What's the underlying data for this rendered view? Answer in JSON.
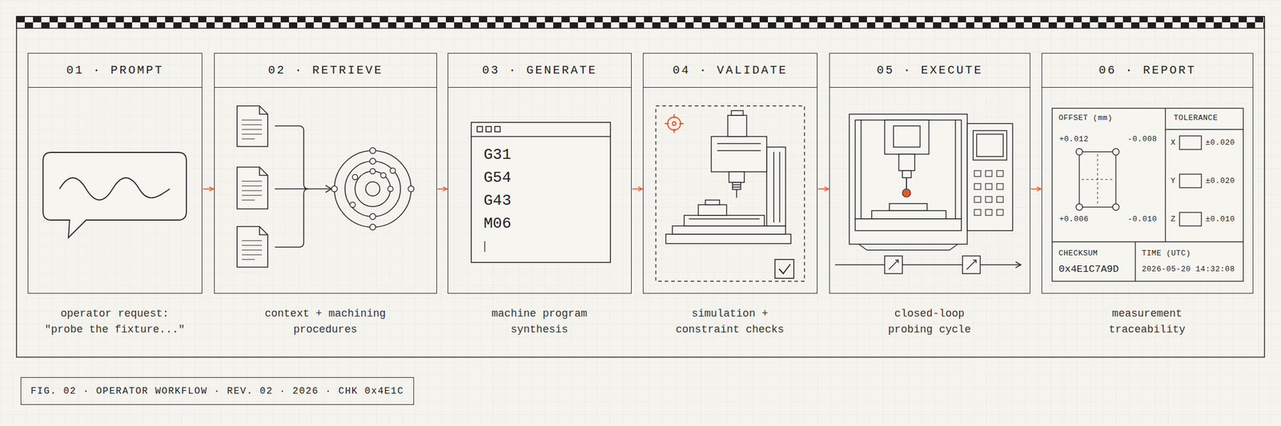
{
  "diagram": {
    "caption": "FIG. 02 · OPERATOR WORKFLOW · REV. 02 · 2026 · CHK 0x4E1C",
    "nodes": [
      {
        "text": [
          "01 · PROMPT",
          "operator request: \"probe the fixture...\""
        ]
      },
      {
        "text": [
          "02 · RETRIEVE",
          "context + machining procedures"
        ]
      },
      {
        "text": [
          "03 · GENERATE",
          "machine program synthesis"
        ]
      },
      {
        "text": [
          "04 · VALIDATE",
          "simulation + constraint checks"
        ]
      },
      {
        "text": [
          "05 · EXECUTE",
          "closed-loop probing cycle"
        ]
      },
      {
        "text": [
          "06 · REPORT",
          "measurement traceability"
        ]
      }
    ],
    "edges": [
      {
        "from": 0,
        "to": 1,
        "arrow": "to"
      },
      {
        "from": 1,
        "to": 2,
        "arrow": "to"
      },
      {
        "from": 2,
        "to": 3,
        "arrow": "to"
      },
      {
        "from": 3,
        "to": 4,
        "arrow": "to"
      },
      {
        "from": 4,
        "to": 5,
        "arrow": "to"
      }
    ],
    "labels": [
      "G31",
      "G54",
      "G43",
      "M06",
      "OFFSET (mm)",
      "TOLERANCE",
      "+0.012",
      "-0.008",
      "X",
      "±0.020",
      "Y",
      "±0.020",
      "Z",
      "±0.010",
      "+0.006",
      "-0.010",
      "CHECKSUM",
      "TIME (UTC)",
      "0x4E1C7A9D",
      "2026-05-20 14:32:08"
    ]
  }
}
